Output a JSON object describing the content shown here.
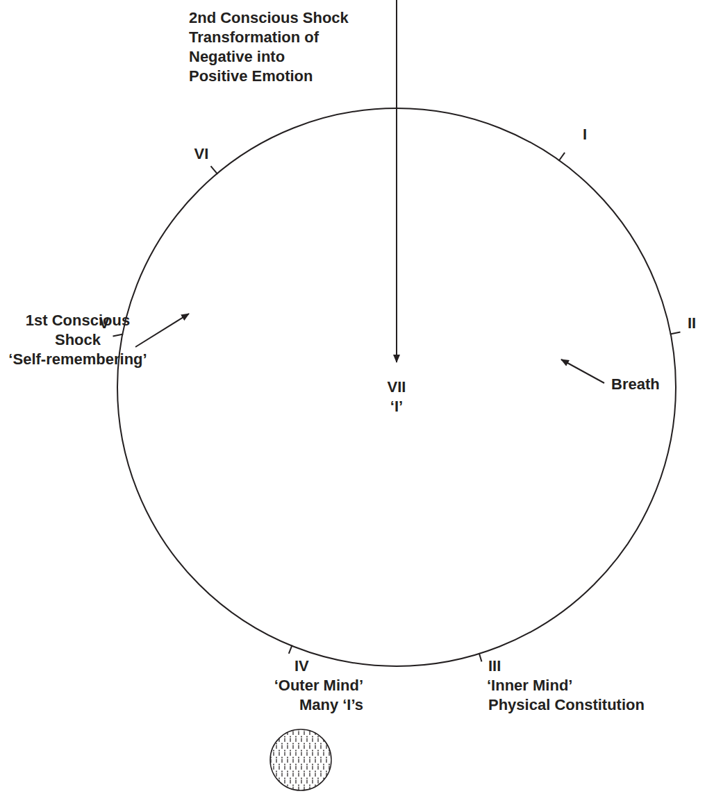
{
  "diagram": {
    "nodes": [
      {
        "text": [
          "VII",
          "‘I’"
        ]
      }
    ],
    "labels": [
      "2nd Conscious Shock Transformation of Negative into Positive Emotion",
      "VI",
      "I",
      "V",
      "II",
      "1st Conscious Shock ‘Self-remembering’",
      "Breath",
      "IV",
      "‘Outer Mind’",
      "Many ‘I’s",
      "III",
      "‘Inner Mind’",
      "Physical Constitution"
    ]
  }
}
